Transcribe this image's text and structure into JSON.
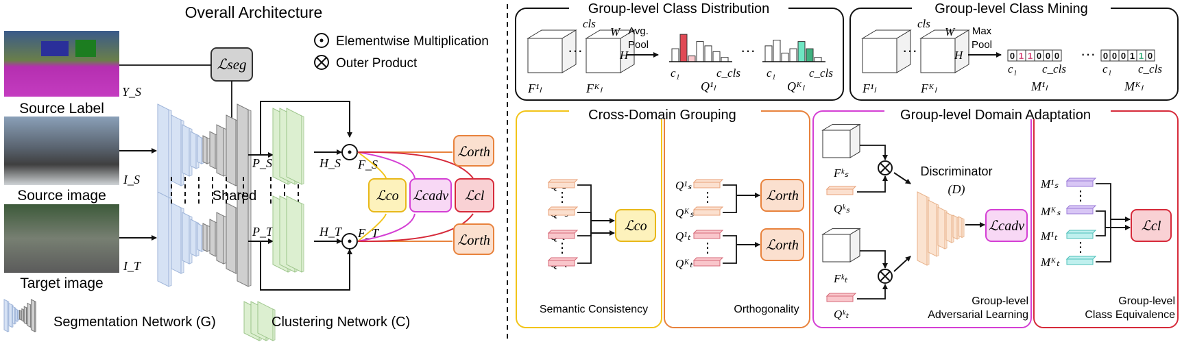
{
  "common": {
    "dots": "···",
    "vdots": "⋮"
  },
  "arch": {
    "title": "Overall Architecture",
    "source_label": "Source Label",
    "source_image": "Source image",
    "target_image": "Target image",
    "ys": "Y_S",
    "is": "I_S",
    "it": "I_T",
    "loss_seg": "ℒseg",
    "legend_elem": "Elementwise Multiplication",
    "legend_outer": "Outer Product",
    "shared": "Shared",
    "ps": "P_S",
    "pt": "P_T",
    "hs": "H_S",
    "ht": "H_T",
    "fs": "F_S",
    "ft": "F_T",
    "legend_seg": "Segmentation Network (G)",
    "legend_clus": "Clustering Network (C)"
  },
  "losses": {
    "orth": "ℒorth",
    "co": "ℒco",
    "cadv": "ℒcadv",
    "cl": "ℒcl"
  },
  "dist": {
    "title": "Group-level Class Distribution",
    "f1": "F¹ₗ",
    "fk": "Fᴷₗ",
    "cls": "cls",
    "w": "W",
    "h": "H",
    "op1": "Avg.",
    "op2": "Pool",
    "c1": "c₁",
    "ccls": "c_cls",
    "q1": "Q¹ₗ",
    "qk": "Qᴷₗ",
    "hist1_values": [
      0.45,
      0.95,
      0.2,
      0.7,
      0.55,
      0.35,
      0.15
    ],
    "hist2_values": [
      0.55,
      0.75,
      0.3,
      0.45,
      0.7,
      0.45,
      0.15
    ],
    "hist1_colors": [
      "#ffffff",
      "#e04a55",
      "#f8c6cb",
      "#ffffff",
      "#ffffff",
      "#ffffff",
      "#ffffff"
    ],
    "hist2_colors": [
      "#ffffff",
      "#ffffff",
      "#ffffff",
      "#ffffff",
      "#6ee6c2",
      "#3fb07f",
      "#ffffff"
    ]
  },
  "mining": {
    "title": "Group-level Class Mining",
    "op1": "Max",
    "op2": "Pool",
    "m1": "M¹ₗ",
    "mk": "Mᴷₗ",
    "vec1": [
      "0",
      "1",
      "1",
      "0",
      "0",
      "0"
    ],
    "vec2": [
      "0",
      "0",
      "0",
      "1",
      "1",
      "0"
    ],
    "vec1_colors": [
      "#111",
      "#d64a7a",
      "#d64a7a",
      "#111",
      "#111",
      "#111"
    ],
    "vec2_colors": [
      "#111",
      "#111",
      "#111",
      "#111",
      "#3fb07f",
      "#111"
    ]
  },
  "grouping": {
    "title": "Cross-Domain Grouping",
    "semantic": "Semantic Consistency",
    "orth": "Orthogonality",
    "q_labels": [
      "Q¹ₛ",
      "Qᴷₛ",
      "Q¹ₜ",
      "Qᴷₜ"
    ]
  },
  "adapt": {
    "title": "Group-level Domain Adaptation",
    "disc": "Discriminator",
    "disc_sym": "(D)",
    "cap1": "Group-level",
    "cap2": "Adversarial Learning",
    "cap3": "Group-level",
    "cap4": "Class Equivalence",
    "fs": "Fᵏₛ",
    "qs": "Qᵏₛ",
    "ft": "Fᵏₜ",
    "qt": "Qᵏₜ",
    "m_labels": [
      "M¹ₛ",
      "Mᴷₛ",
      "M¹ₜ",
      "Mᴷₜ"
    ]
  }
}
